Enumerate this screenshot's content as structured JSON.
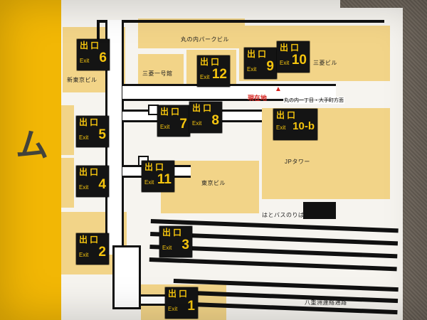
{
  "panel": {
    "partial_text": "ム"
  },
  "labels": {
    "exit_kanji": "出口",
    "exit_en": "Exit"
  },
  "exits": {
    "e1": {
      "number": "1"
    },
    "e2": {
      "number": "2"
    },
    "e3": {
      "number": "3"
    },
    "e4": {
      "number": "4"
    },
    "e5": {
      "number": "5"
    },
    "e6": {
      "number": "6"
    },
    "e7": {
      "number": "7"
    },
    "e8": {
      "number": "8"
    },
    "e9": {
      "number": "9"
    },
    "e10": {
      "number": "10"
    },
    "e10b": {
      "number": "10-b"
    },
    "e11": {
      "number": "11"
    },
    "e12": {
      "number": "12"
    }
  },
  "buildings": {
    "marunouchi_park": "丸の内パークビル",
    "mitsubishi_ichigokan": "三菱一号館",
    "shin_tokyo": "新東京ビル",
    "mitsubishi": "三菱ビル",
    "jp_tower": "JPタワー",
    "tokyo_building": "東京ビル",
    "hatobus": "はとバスのりば",
    "yaesu": "八重洲連絡通路"
  },
  "marker": {
    "current": "現在地",
    "triangle": "▲",
    "direction": "丸の内一丁目・大手町方面"
  },
  "colors": {
    "accent_yellow": "#f2b705",
    "building": "#f2d488",
    "badge_bg": "#141414",
    "badge_text": "#f6c50e",
    "marker_red": "#d6231f",
    "wall": "#6f665c",
    "paper": "#f6f4ef"
  }
}
